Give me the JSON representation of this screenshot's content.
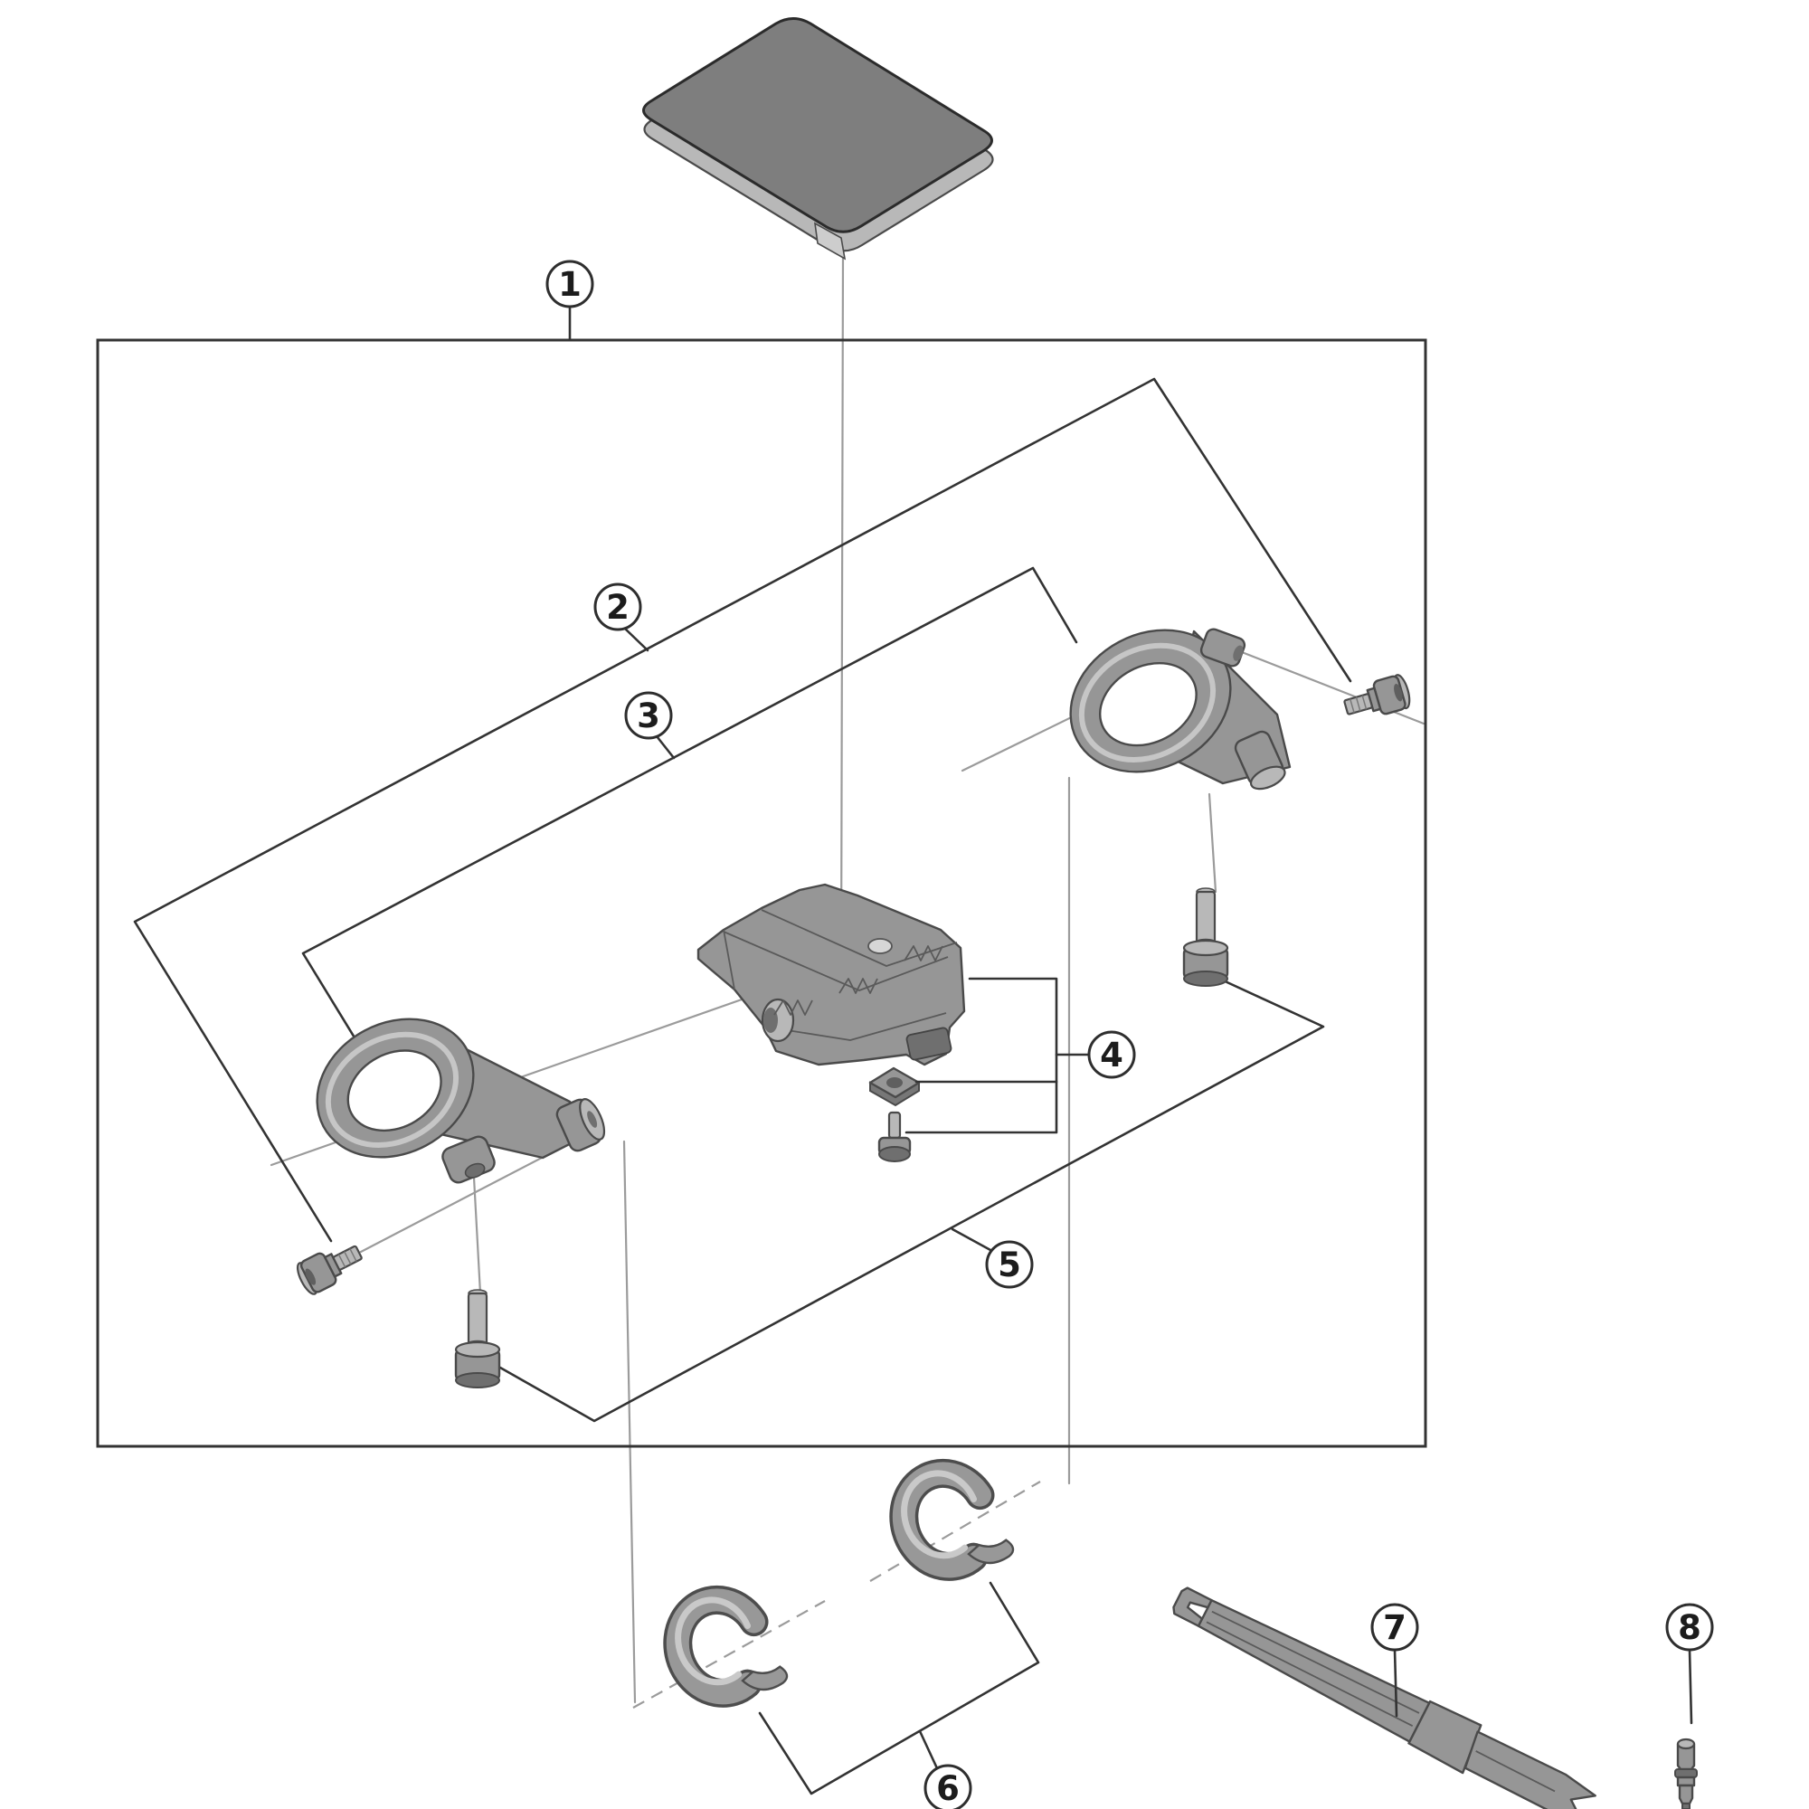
{
  "diagram": {
    "type": "exploded-parts-diagram",
    "background": "#ffffff",
    "outline_color": "#333333",
    "helper_line_color": "#9b9b9b",
    "part_fill": "#969696",
    "part_fill_light": "#b8b8b8",
    "part_fill_dark": "#6f6f6f",
    "part_stroke": "#4a4a4a",
    "callout_text_color": "#1c1c1c"
  },
  "callouts": [
    {
      "number": "1"
    },
    {
      "number": "2"
    },
    {
      "number": "3"
    },
    {
      "number": "4"
    },
    {
      "number": "5"
    },
    {
      "number": "6"
    },
    {
      "number": "7"
    },
    {
      "number": "8"
    }
  ]
}
